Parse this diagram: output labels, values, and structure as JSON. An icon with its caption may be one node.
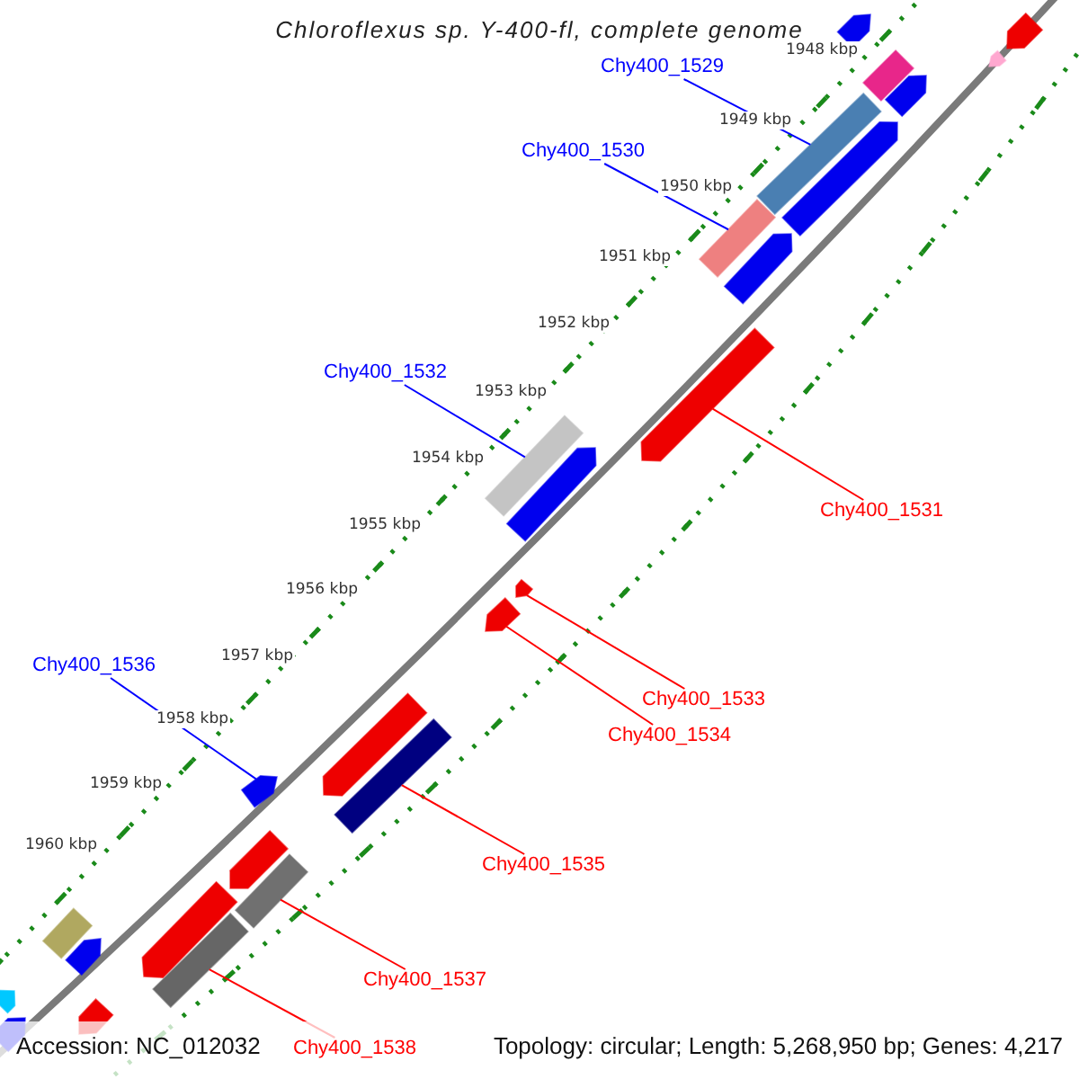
{
  "diagram": {
    "title": "Chloroflexus sp. Y-400-fl, complete genome",
    "nodes": [
      {
        "text": [
          "Chy400_1529"
        ]
      },
      {
        "text": [
          "Chy400_1530"
        ]
      },
      {
        "text": [
          "Chy400_1532"
        ]
      },
      {
        "text": [
          "Chy400_1536"
        ]
      },
      {
        "text": [
          "Chy400_1531"
        ]
      },
      {
        "text": [
          "Chy400_1533"
        ]
      },
      {
        "text": [
          "Chy400_1534"
        ]
      },
      {
        "text": [
          "Chy400_1535"
        ]
      },
      {
        "text": [
          "Chy400_1537"
        ]
      },
      {
        "text": [
          "Chy400_1538"
        ]
      },
      {
        "text": [],
        "shape": "bar"
      },
      {
        "text": [],
        "shape": "pentagon"
      },
      {
        "text": [],
        "shape": "pentagon"
      },
      {
        "text": [],
        "shape": "pentagon"
      },
      {
        "text": [],
        "shape": "bar"
      },
      {
        "text": [],
        "shape": "pentagon"
      },
      {
        "text": [],
        "shape": "bar"
      },
      {
        "text": [],
        "shape": "pentagon"
      },
      {
        "text": [],
        "shape": "pentagon"
      },
      {
        "text": [],
        "shape": "pentagon"
      },
      {
        "text": [],
        "shape": "bar"
      },
      {
        "text": [],
        "shape": "pentagon"
      },
      {
        "text": [],
        "shape": "pentagon"
      },
      {
        "text": [],
        "shape": "pentagon"
      },
      {
        "text": [],
        "shape": "pentagon"
      },
      {
        "text": [],
        "shape": "bar"
      },
      {
        "text": [],
        "shape": "pentagon"
      },
      {
        "text": [],
        "shape": "pentagon"
      },
      {
        "text": [],
        "shape": "bar"
      },
      {
        "text": [],
        "shape": "bar"
      },
      {
        "text": [],
        "shape": "pentagon"
      },
      {
        "text": [],
        "shape": "bar"
      },
      {
        "text": [],
        "shape": "pentagon"
      },
      {
        "text": [],
        "shape": "pentagon"
      },
      {
        "text": [],
        "shape": "pentagon"
      },
      {
        "text": [],
        "shape": "pentagon"
      }
    ],
    "edges": [
      {
        "from": 0,
        "to": 14,
        "arrow": "none",
        "color": "#0000ff"
      },
      {
        "from": 1,
        "to": 16,
        "arrow": "none",
        "color": "#0000ff"
      },
      {
        "from": 2,
        "to": 20,
        "arrow": "none",
        "color": "#0000ff"
      },
      {
        "from": 3,
        "to": 26,
        "arrow": "none",
        "color": "#0000ff"
      },
      {
        "from": 4,
        "to": 19,
        "arrow": "none"
      },
      {
        "from": 5,
        "to": 23,
        "arrow": "none"
      },
      {
        "from": 6,
        "to": 22,
        "arrow": "none"
      },
      {
        "from": 7,
        "to": 25,
        "arrow": "none"
      },
      {
        "from": 8,
        "to": 28,
        "arrow": "none"
      },
      {
        "from": 9,
        "to": 29,
        "arrow": "none"
      }
    ],
    "labels": [
      "1948 kbp",
      "1949 kbp",
      "1950 kbp",
      "1951 kbp",
      "1952 kbp",
      "1953 kbp",
      "1954 kbp",
      "1955 kbp",
      "1956 kbp",
      "1957 kbp",
      "1958 kbp",
      "1959 kbp",
      "1960 kbp",
      "Accession: NC_012032",
      "Topology: circular; Length: 5,268,950 bp; Genes: 4,217"
    ]
  }
}
